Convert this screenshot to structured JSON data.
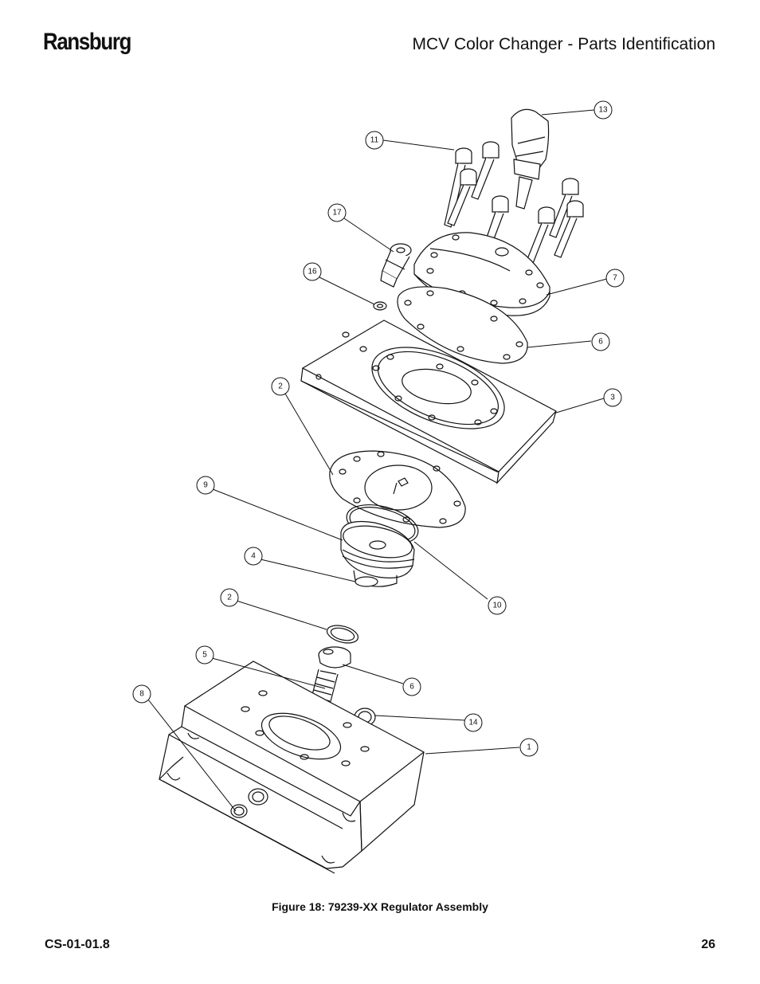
{
  "header": {
    "brand": "Ransburg",
    "title": "MCV Color Changer - Parts Identification"
  },
  "figure": {
    "caption": "Figure 18:  79239-XX Regulator Assembly",
    "callouts": [
      "13",
      "11",
      "17",
      "16",
      "7",
      "6",
      "3",
      "2",
      "9",
      "4",
      "10",
      "2",
      "5",
      "6",
      "8",
      "14",
      "1"
    ]
  },
  "footer": {
    "doc_number": "CS-01-01.8",
    "page_number": "26"
  }
}
